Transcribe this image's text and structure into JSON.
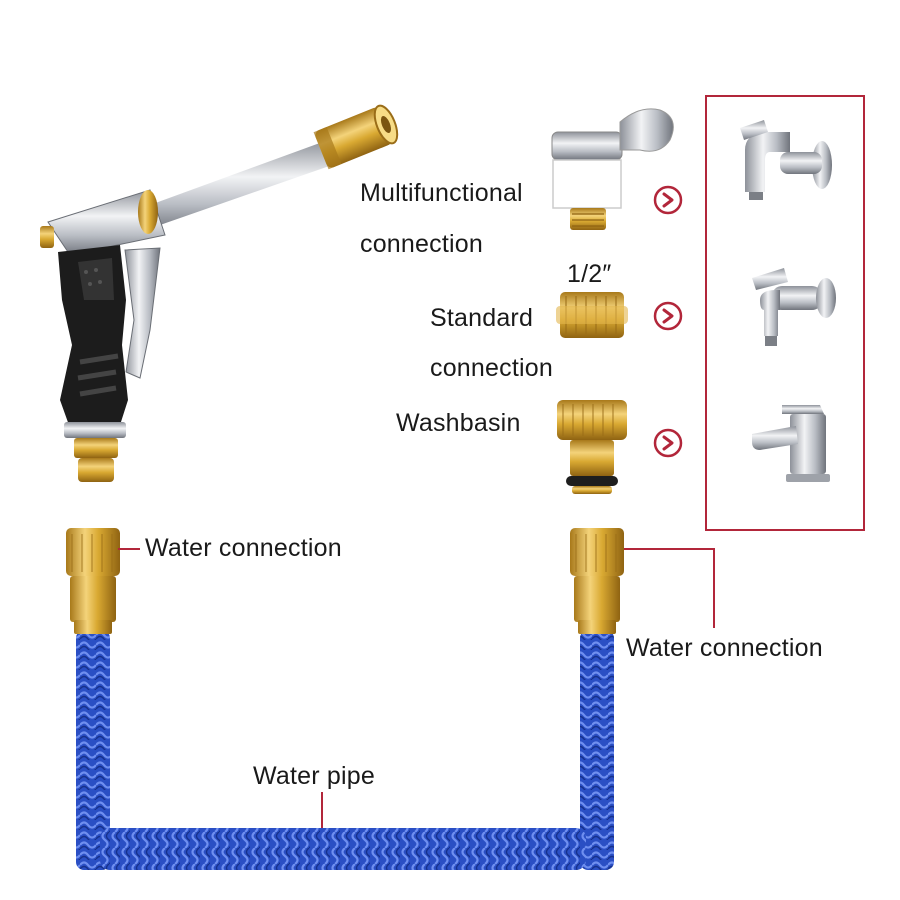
{
  "labels": {
    "multifunctional_line1": "Multifunctional",
    "multifunctional_line2": "connection",
    "half_inch": "1/2″",
    "standard_line1": "Standard",
    "standard_line2": "connection",
    "washbasin": "Washbasin",
    "water_connection_left": "Water connection",
    "water_connection_right": "Water connection",
    "water_pipe": "Water pipe"
  },
  "colors": {
    "accent_red": "#b2263a",
    "brass": "#d9a932",
    "hose_blue": "#2a4fc4",
    "chrome": "#c9ccd2",
    "grip_black": "#1c1c1c"
  },
  "icons": [
    "spray-gun-icon",
    "adapter-icon",
    "faucet-icon",
    "arrow-right-icon",
    "hose-connector-icon"
  ]
}
